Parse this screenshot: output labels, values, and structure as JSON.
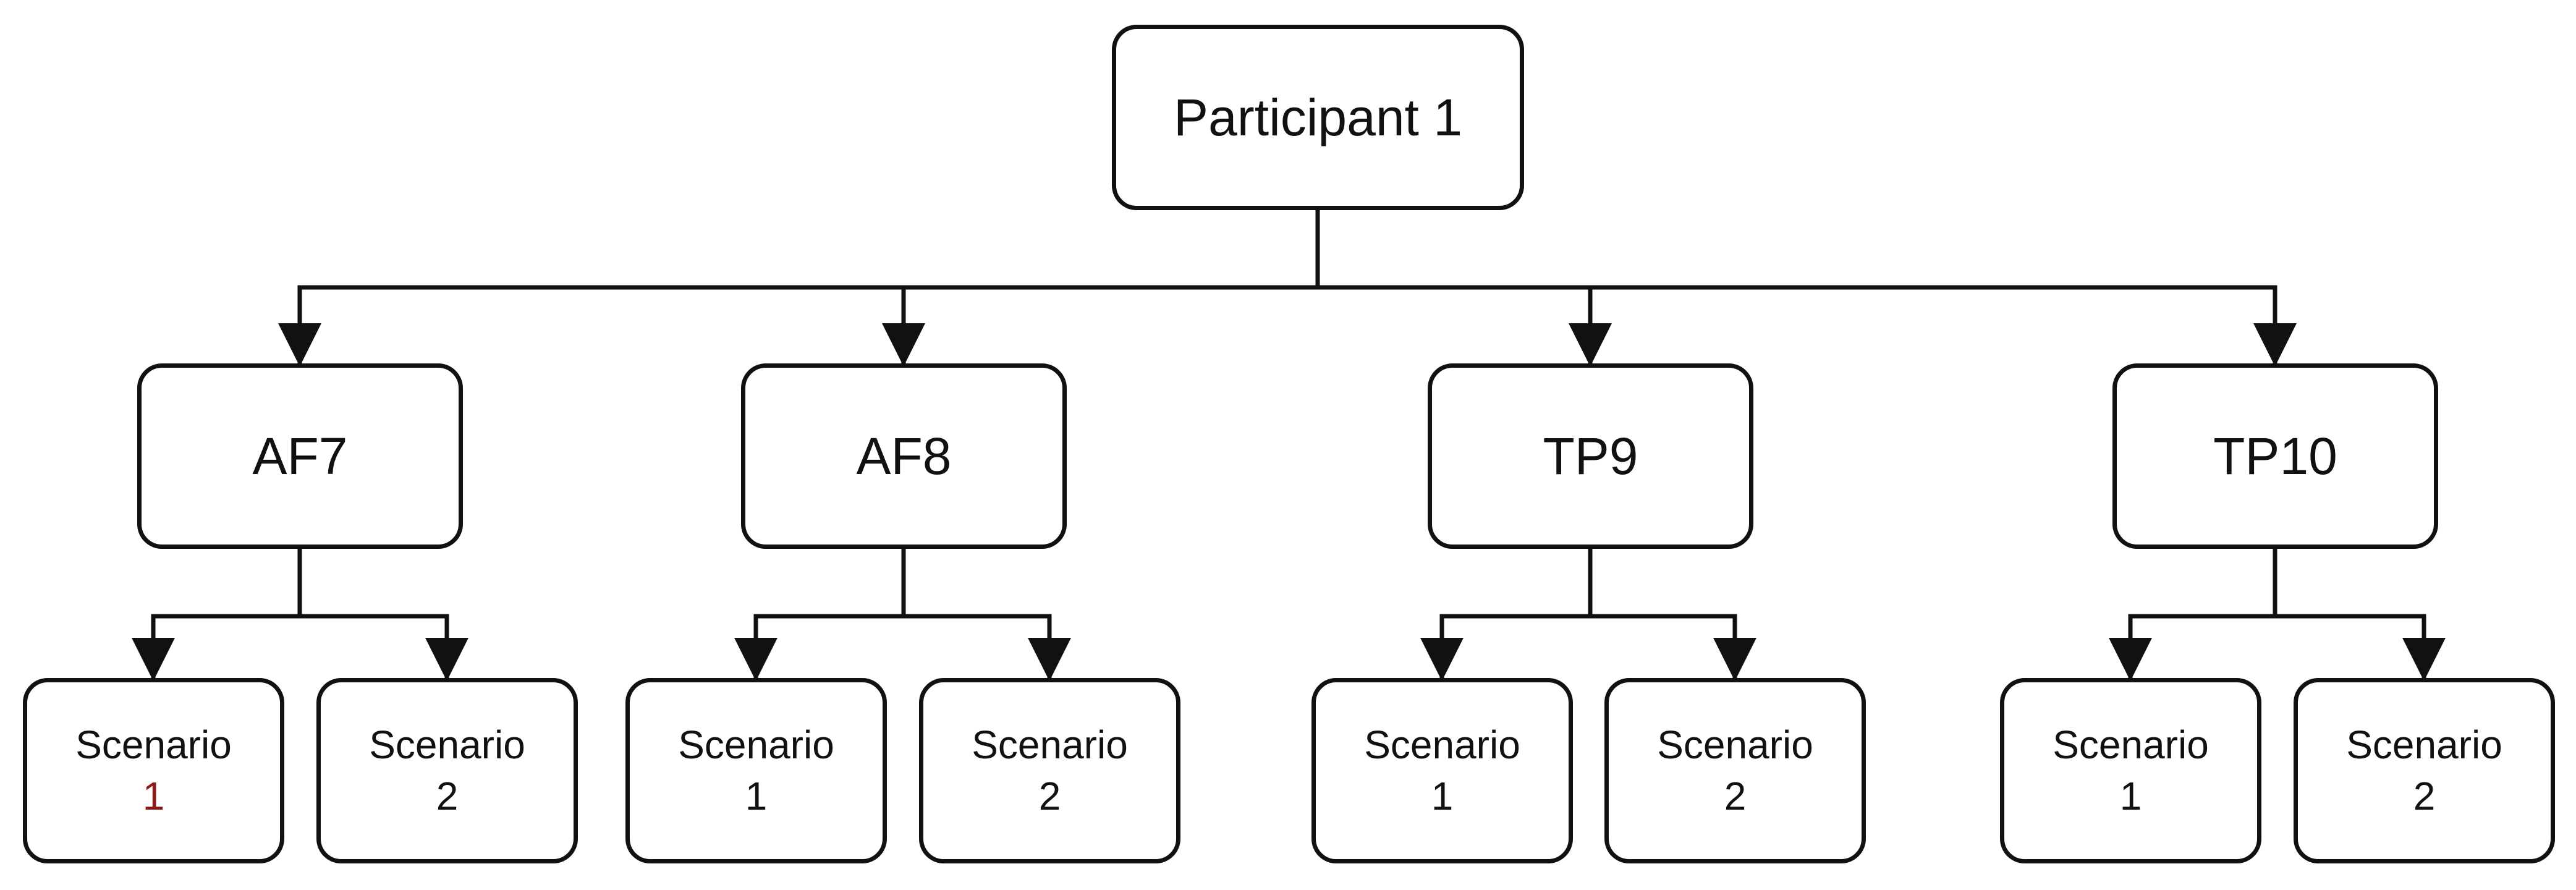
{
  "root": {
    "label": "Participant 1"
  },
  "channels": [
    {
      "label": "AF7",
      "scenarios": [
        {
          "line1": "Scenario",
          "line2": "1"
        },
        {
          "line1": "Scenario",
          "line2": "2"
        }
      ]
    },
    {
      "label": "AF8",
      "scenarios": [
        {
          "line1": "Scenario",
          "line2": "1"
        },
        {
          "line1": "Scenario",
          "line2": "2"
        }
      ]
    },
    {
      "label": "TP9",
      "scenarios": [
        {
          "line1": "Scenario",
          "line2": "1"
        },
        {
          "line1": "Scenario",
          "line2": "2"
        }
      ]
    },
    {
      "label": "TP10",
      "scenarios": [
        {
          "line1": "Scenario",
          "line2": "1"
        },
        {
          "line1": "Scenario",
          "line2": "2"
        }
      ]
    }
  ]
}
